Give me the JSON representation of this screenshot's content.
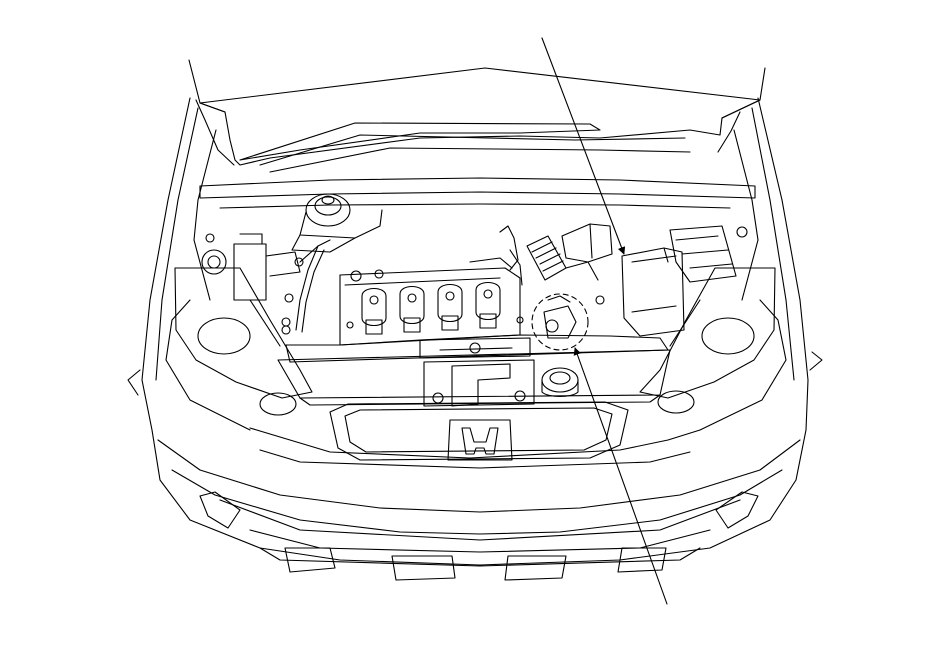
{
  "diagram": {
    "subject": "engine-bay-line-drawing",
    "colors": {
      "line": "#000000",
      "background": "#ffffff"
    },
    "callouts": [
      {
        "id": "upper-leader",
        "points_to": "fuse-relay-box"
      },
      {
        "id": "lower-leader",
        "points_to": "circled-component"
      }
    ]
  }
}
